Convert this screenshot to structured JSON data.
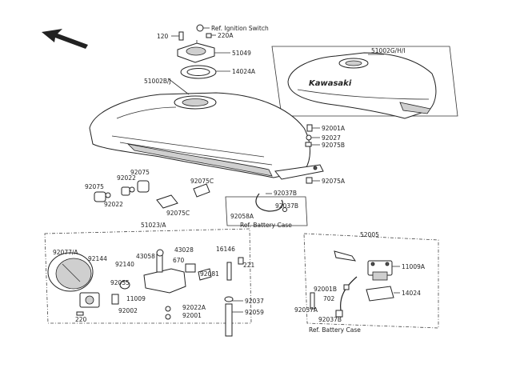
{
  "labels": {
    "l120": "120",
    "ref_ignition": "Ref. Ignition Switch",
    "l220A": "220A",
    "l51049": "51049",
    "l14024A": "14024A",
    "l51002BJ": "51002B/J",
    "l51002GHI": "51002G/H/I",
    "brand": "Kawasaki",
    "l92001A": "92001A",
    "l92027": "92027",
    "l92075B": "92075B",
    "l92075A": "92075A",
    "l92037B_top": "92037B",
    "l92037B_mid": "92037B",
    "l92058A": "92058A",
    "ref_battery_1": "Ref. Battery Case",
    "l92075_a": "92075",
    "l92022_a": "92022",
    "l92075_b": "92075",
    "l92022_b": "92022",
    "l92075C_a": "92075C",
    "l92075C_b": "92075C",
    "l51023A": "51023/A",
    "l52005": "52005",
    "l92077A": "92077/A",
    "l92144": "92144",
    "l92140": "92140",
    "l43058": "43058",
    "l43028": "43028",
    "l670": "670",
    "l16146": "16146",
    "l221": "221",
    "l92081": "92081",
    "l92055": "92055",
    "l11009": "11009",
    "l92002": "92002",
    "l92022A": "92022A",
    "l92001": "92001",
    "l220": "220",
    "l92037": "92037",
    "l92059": "92059",
    "l11009A": "11009A",
    "l92001B": "92001B",
    "l14024": "14024",
    "l702": "702",
    "l92037A": "92037A",
    "l92037B_bot": "92037B",
    "ref_battery_2": "Ref. Battery Case"
  },
  "icons": {
    "direction": "front-arrow-icon"
  }
}
